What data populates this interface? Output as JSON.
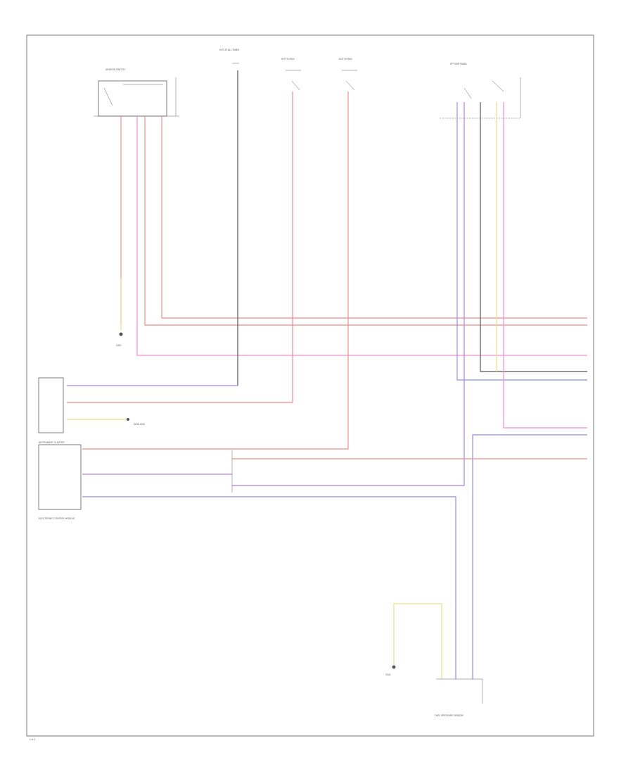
{
  "colors": {
    "red": "#f28b8b",
    "pink": "#f28bd6",
    "violet": "#b080e0",
    "blue": "#8f8fe8",
    "black": "#555555",
    "yellow": "#e8e08a",
    "gray": "#999999"
  },
  "components": {
    "ign_switch": "IGNITION SWITCH",
    "hot_feed_1": "HOT AT ALL TIMES",
    "hot_feed_2": "HOT IN RUN",
    "hot_feed_3": "HOT IN RUN",
    "fuse_panel": "I/P FUSE PANEL",
    "ground_1": "G201",
    "instrument_cluster": "INSTRUMENT CLUSTER",
    "electronic_control_module": "ELECTRONIC CONTROL MODULE",
    "data_link": "DATA LINK",
    "fuel_sensor": "FUEL PRESSURE SENSOR",
    "ground_2": "G301",
    "footer": "1 of 1"
  }
}
